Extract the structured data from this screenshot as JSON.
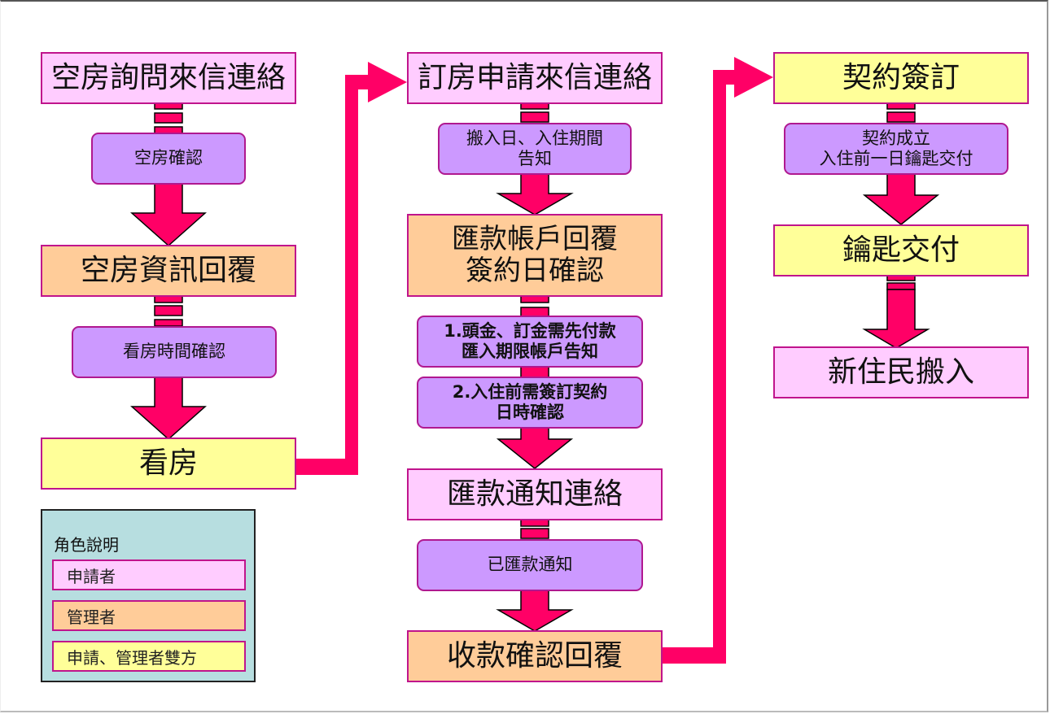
{
  "colors": {
    "applicant": "#ffccff",
    "manager": "#ffcc99",
    "both": "#ffff99",
    "step": "#cc99ff",
    "arrow": "#ff0066",
    "border": "#c0148c",
    "legend_bg": "#b7dee0"
  },
  "column1": {
    "node1": "空房詢問來信連絡",
    "step1": "空房確認",
    "node2": "空房資訊回覆",
    "step2": "看房時間確認",
    "node3": "看房"
  },
  "column2": {
    "node1": "訂房申請來信連絡",
    "step1_line1": "搬入日、入住期間",
    "step1_line2": "告知",
    "node2_line1": "匯款帳戶回覆",
    "node2_line2": "簽約日確認",
    "step2_line1": "1.頭金、訂金需先付款",
    "step2_line2": "匯入期限帳戶告知",
    "step3_line1": "2.入住前需簽訂契約",
    "step3_line2": "日時確認",
    "node3": "匯款通知連絡",
    "step4": "已匯款通知",
    "node4": "收款確認回覆"
  },
  "column3": {
    "node1": "契約簽訂",
    "step1_line1": "契約成立",
    "step1_line2": "入住前一日鑰匙交付",
    "node2": "鑰匙交付",
    "node3": "新住民搬入"
  },
  "legend": {
    "title": "角色說明",
    "items": [
      {
        "label": "申請者",
        "role": "applicant"
      },
      {
        "label": "管理者",
        "role": "manager"
      },
      {
        "label": "申請、管理者雙方",
        "role": "both"
      }
    ]
  }
}
